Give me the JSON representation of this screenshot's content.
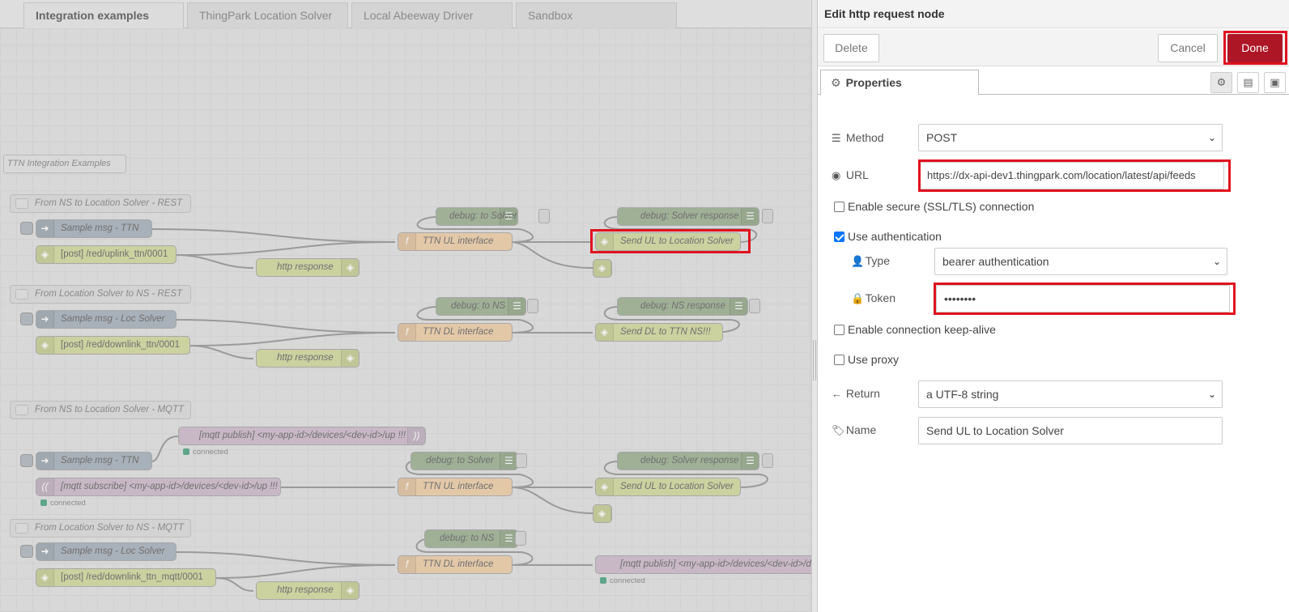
{
  "workspace": {
    "tabs": [
      "Integration examples",
      "ThingPark Location Solver",
      "Local Abeeway Driver",
      "Sandbox"
    ],
    "group_label": "TTN Integration Examples",
    "comments": [
      "From NS to Location Solver - REST",
      "From Location Solver to NS - REST",
      "From NS to Location Solver - MQTT",
      "From Location Solver to NS - MQTT"
    ],
    "nodes": {
      "inject_ttn_1": "Sample msg - TTN",
      "http_uplink": "[post] /red/uplink_ttn/0001",
      "http_response_1": "http response",
      "debug_to_solver_1": "debug: to Solver",
      "func_ul_1": "TTN UL interface",
      "debug_solver_resp_1": "debug: Solver response",
      "send_ul_1": "Send UL to Location Solver",
      "inject_loc_1": "Sample msg - Loc Solver",
      "http_downlink": "[post] /red/downlink_ttn/0001",
      "http_response_2": "http response",
      "debug_to_ns_1": "debug: to NS",
      "func_dl_1": "TTN DL interface",
      "debug_ns_resp": "debug: NS response",
      "send_dl": "Send DL to TTN NS!!!",
      "mqtt_pub_up": "[mqtt publish] <my-app-id>/devices/<dev-id>/up !!!",
      "inject_ttn_2": "Sample msg - TTN",
      "mqtt_sub_up": "[mqtt subscribe] <my-app-id>/devices/<dev-id>/up !!!",
      "debug_to_solver_2": "debug: to Solver",
      "func_ul_2": "TTN UL interface",
      "debug_solver_resp_2": "debug: Solver response",
      "send_ul_2": "Send UL to Location Solver",
      "inject_loc_2": "Sample msg - Loc Solver",
      "http_downlink_mqtt": "[post] /red/downlink_ttn_mqtt/0001",
      "http_response_3": "http response",
      "debug_to_ns_2": "debug: to NS",
      "func_dl_2": "TTN DL interface",
      "mqtt_pub_down": "[mqtt publish] <my-app-id>/devices/<dev-id>/dow"
    },
    "status_connected": "connected"
  },
  "editor": {
    "title": "Edit http request node",
    "delete_label": "Delete",
    "cancel_label": "Cancel",
    "done_label": "Done",
    "properties_tab": "Properties",
    "method_label": "Method",
    "method_value": "POST",
    "url_label": "URL",
    "url_value": "https://dx-api-dev1.thingpark.com/location/latest/api/feeds",
    "tls_label": "Enable secure (SSL/TLS) connection",
    "auth_label": "Use authentication",
    "type_label": "Type",
    "type_value": "bearer authentication",
    "token_label": "Token",
    "token_value": "••••••••",
    "keepalive_label": "Enable connection keep-alive",
    "proxy_label": "Use proxy",
    "return_label": "Return",
    "return_value": "a UTF-8 string",
    "name_label": "Name",
    "name_value": "Send UL to Location Solver",
    "tls_checked": false,
    "auth_checked": true,
    "keepalive_checked": false,
    "proxy_checked": false,
    "highlight_color": "#e0121f",
    "done_color": "#ad1625"
  }
}
